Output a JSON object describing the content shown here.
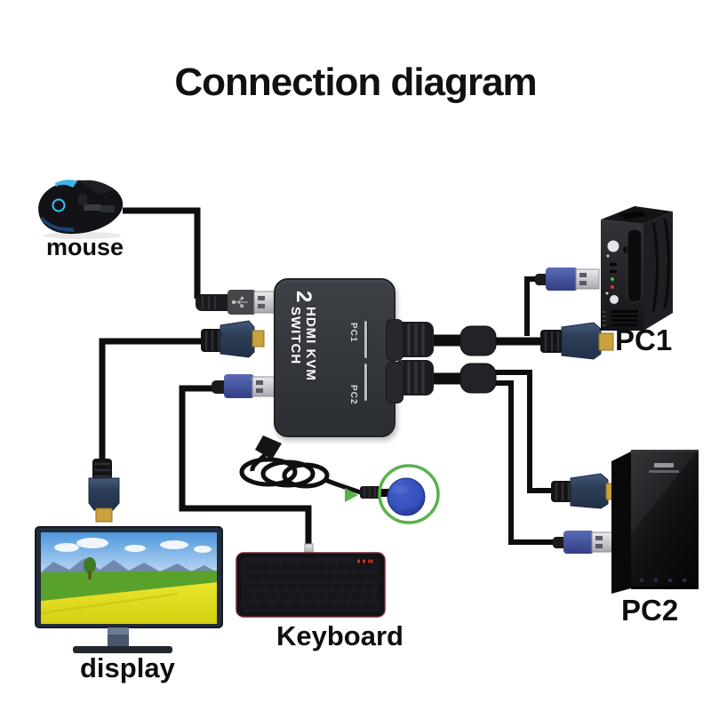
{
  "title": "Connection diagram",
  "devices": {
    "mouse": {
      "label": "mouse"
    },
    "display": {
      "label": "display"
    },
    "keyboard": {
      "label": "Keyboard"
    },
    "pc1": {
      "label": "PC1"
    },
    "pc2": {
      "label": "PC2"
    },
    "kvm_switch": {
      "brand_number": "2",
      "brand_name": "HDMI KVM SWITCH",
      "port1_label": "PC1",
      "port2_label": "PC2"
    }
  },
  "colors": {
    "background": "#ffffff",
    "cable": "#0e0e0e",
    "kvm_body": "#33363b",
    "hdmi_connector_navy": "#2c3e55",
    "hdmi_tip_gold": "#c9a23e",
    "usb_connector_blue": "#46549e",
    "usb_connector_gray": "#47474b",
    "usb_shell_silver": "#d9d9dd",
    "remote_button_blue": "#2e4ab0",
    "highlight_ring_green": "#58b24c",
    "mouse_accent_blue": "#3db5e8"
  }
}
